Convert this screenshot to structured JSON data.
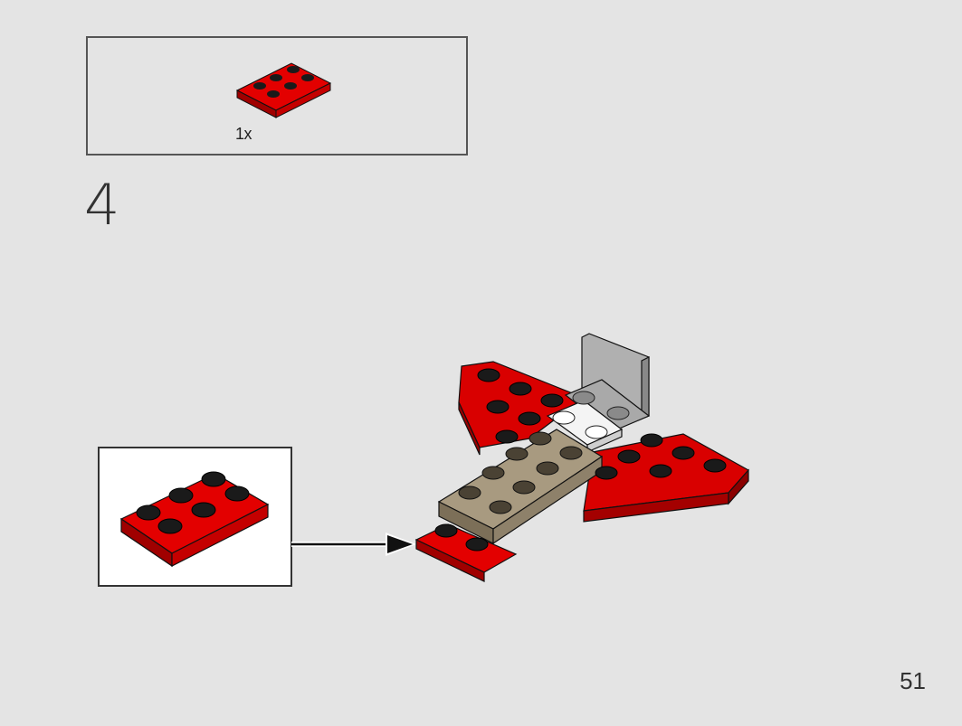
{
  "parts_list": {
    "items": [
      {
        "quantity_label": "1x",
        "part": "red-plate-2x3-icon"
      }
    ]
  },
  "step": {
    "number": "4"
  },
  "callout": {
    "part": "red-plate-2x3-icon"
  },
  "page": {
    "number": "51"
  },
  "colors": {
    "background": "#e4e4e4",
    "red": "#d40000",
    "tan": "#9c8f78",
    "gray": "#9a9a9a",
    "white": "#ffffff"
  }
}
